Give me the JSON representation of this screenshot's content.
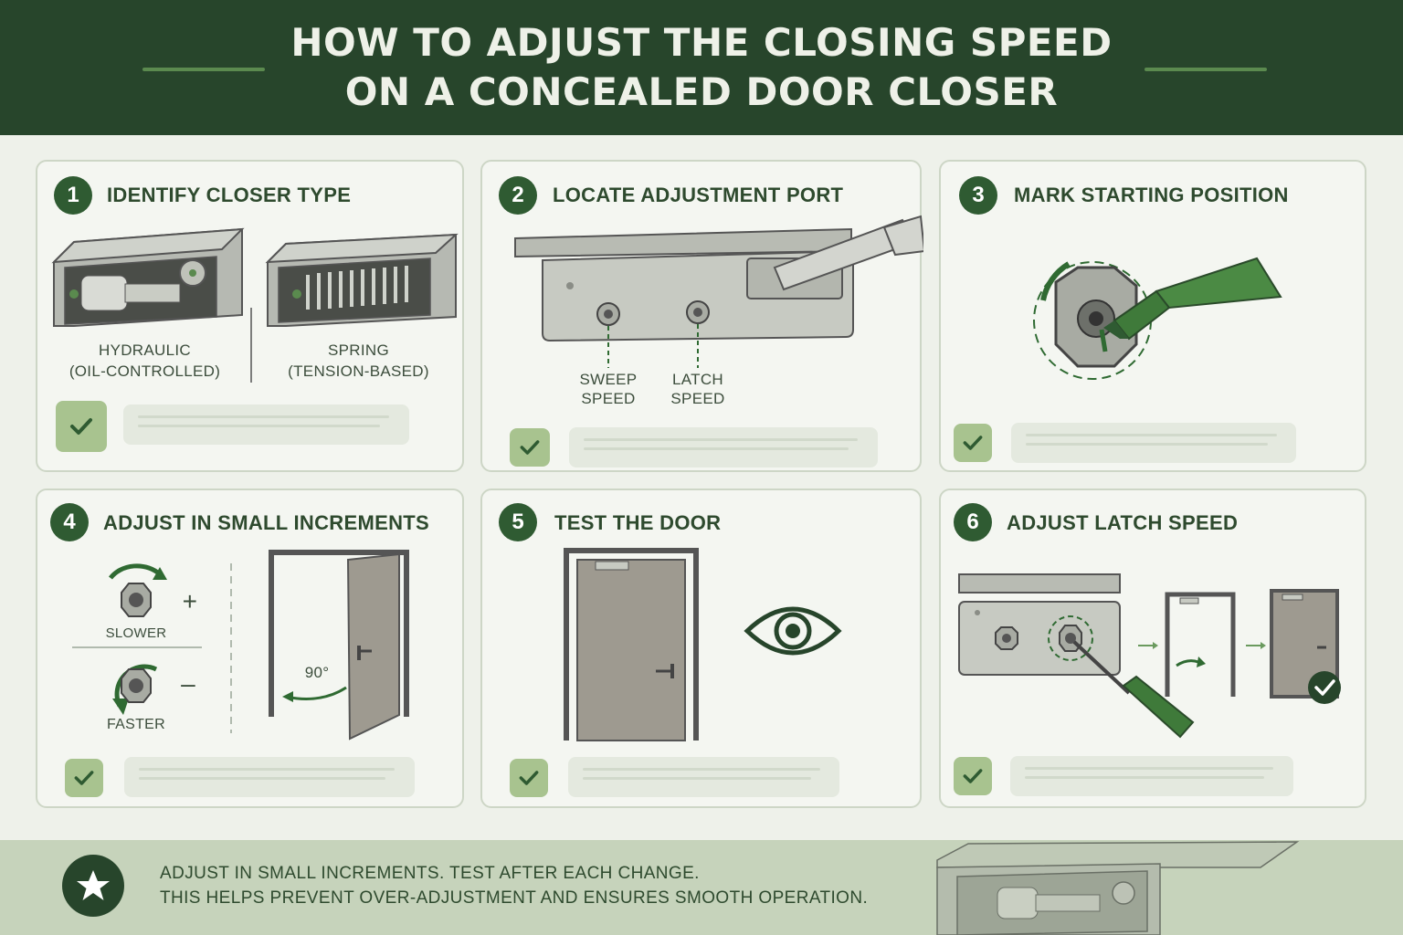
{
  "header": {
    "title_line1": "HOW TO ADJUST THE CLOSING SPEED",
    "title_line2": "ON A CONCEALED DOOR CLOSER"
  },
  "steps": [
    {
      "number": "1",
      "title": "IDENTIFY CLOSER TYPE",
      "labels": {
        "hydraulic_1": "HYDRAULIC",
        "hydraulic_2": "(OIL-CONTROLLED)",
        "spring_1": "SPRING",
        "spring_2": "(TENSION-BASED)"
      }
    },
    {
      "number": "2",
      "title": "LOCATE ADJUSTMENT PORT",
      "labels": {
        "sweep_1": "SWEEP",
        "sweep_2": "SPEED",
        "latch_1": "LATCH",
        "latch_2": "SPEED"
      }
    },
    {
      "number": "3",
      "title": "MARK STARTING POSITION",
      "labels": {}
    },
    {
      "number": "4",
      "title": "ADJUST IN SMALL INCREMENTS",
      "labels": {
        "slower": "SLOWER",
        "faster": "FASTER",
        "plus": "+",
        "minus": "–",
        "angle": "90°"
      }
    },
    {
      "number": "5",
      "title": "TEST THE DOOR",
      "labels": {}
    },
    {
      "number": "6",
      "title": "ADJUST LATCH SPEED",
      "labels": {}
    }
  ],
  "footer": {
    "tip_line1": "ADJUST IN SMALL INCREMENTS. TEST AFTER EACH CHANGE.",
    "tip_line2": "THIS HELPS PREVENT OVER-ADJUSTMENT AND ENSURES SMOOTH OPERATION."
  },
  "icons": {
    "check": "check-icon",
    "star": "star-icon",
    "eye": "eye-icon",
    "screwdriver": "screwdriver-icon"
  },
  "colors": {
    "header_bg": "#27452b",
    "accent": "#2f5b32",
    "check_bg": "#a8c38f",
    "page_bg": "#eef1ea"
  }
}
